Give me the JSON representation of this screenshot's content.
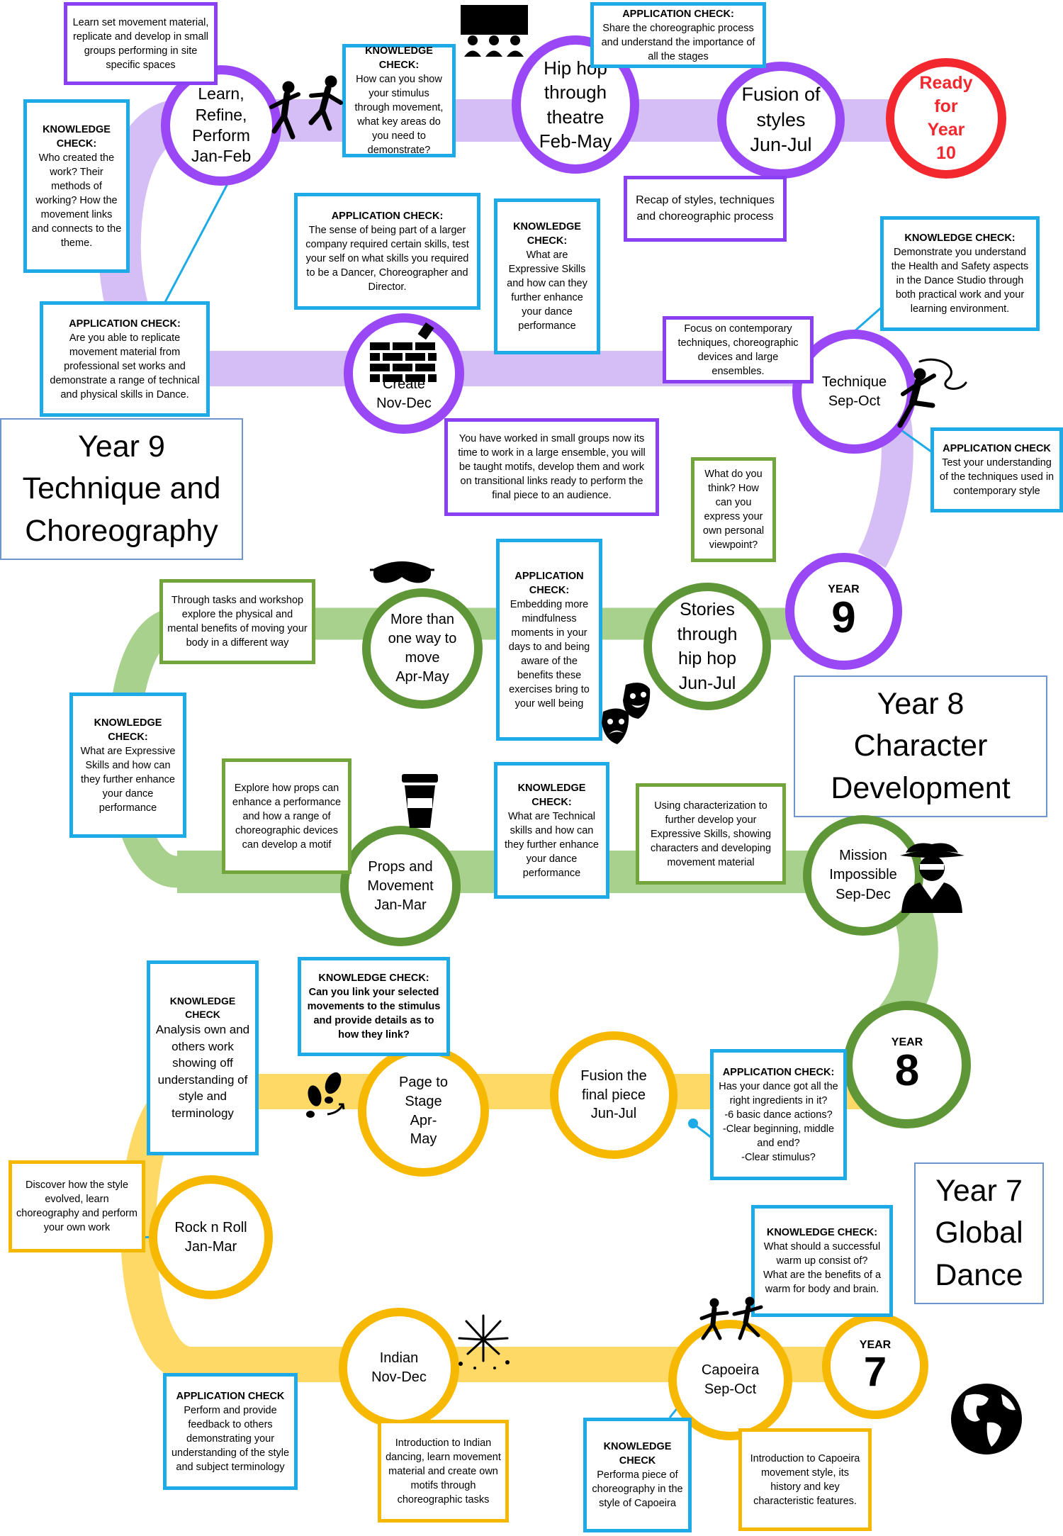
{
  "colors": {
    "year9": "#9a47f5",
    "year9_path": "#d5bdf5",
    "year8": "#5f9738",
    "year8_path": "#a9d18e",
    "year7": "#f6b800",
    "year7_path": "#ffd966",
    "knowledge_border": "#1eaae6",
    "ready": "#f2282e"
  },
  "titles": {
    "year9": "Year 9\nTechnique and\nChoreography",
    "year8": "Year 8\nCharacter\nDevelopment",
    "year7": "Year 7\nGlobal\nDance"
  },
  "badges": {
    "year9": {
      "label": "YEAR",
      "number": "9"
    },
    "year8": {
      "label": "YEAR",
      "number": "8"
    },
    "year7": {
      "label": "YEAR",
      "number": "7"
    }
  },
  "nodes": {
    "learn": "Learn,\nRefine,\nPerform\nJan-Feb",
    "hiphop_theatre": "Hip hop\nthrough\ntheatre\nFeb-May",
    "fusion_styles": "Fusion of\nstyles\nJun-Jul",
    "ready": "Ready\nfor\nYear\n10",
    "create": "Create\nNov-Dec",
    "technique": "Technique\nSep-Oct",
    "more_than": "More than\none way to\nmove\nApr-May",
    "stories": "Stories\nthrough\nhip hop\nJun-Jul",
    "props": "Props and\nMovement\nJan-Mar",
    "mission": "Mission\nImpossible\nSep-Dec",
    "page_stage": "Page to\nStage\nApr-\nMay",
    "fusion_final": "Fusion the\nfinal piece\nJun-Jul",
    "rock": "Rock n Roll\nJan-Mar",
    "indian": "Indian\nNov-Dec",
    "capoeira": "Capoeira\nSep-Oct"
  },
  "boxes": {
    "learn_set": "Learn set movement material, replicate and develop in small groups performing in site specific spaces",
    "kc_stimulus_title": "KNOWLEDGE CHECK:",
    "kc_stimulus": "How can you show your stimulus through movement, what key areas do you need to demonstrate?",
    "ac_share_title": "APPLICATION CHECK:",
    "ac_share": "Share the choreographic process and understand the importance of all the stages",
    "kc_who_title": "KNOWLEDGE CHECK:",
    "kc_who": "Who created the work? Their methods of working? How the movement links and connects to the theme.",
    "recap": "Recap of styles, techniques and choreographic process",
    "ac_company_title": "APPLICATION CHECK:",
    "ac_company": "The sense of being part of a larger company required certain skills, test your self on what skills you required to be a Dancer, Choreographer and Director.",
    "kc_expressive_title": "KNOWLEDGE CHECK:",
    "kc_expressive": "What are Expressive Skills and how can they further enhance your dance performance",
    "kc_health_title": "KNOWLEDGE CHECK:",
    "kc_health": "Demonstrate you understand the Health and Safety aspects in the Dance Studio through both practical work and your learning environment.",
    "ac_replicate_title": "APPLICATION CHECK:",
    "ac_replicate": "Are you able to replicate movement material from professional set works and demonstrate a range of technical and physical skills in Dance.",
    "focus_contemporary": "Focus on contemporary techniques, choreographic devices and large ensembles.",
    "small_groups": "You have worked in small groups now its time to work in a large ensemble, you will be taught motifs, develop them and work on transitional links ready to perform the final piece to an audience.",
    "ac_test_title": "APPLICATION CHECK",
    "ac_test": "Test your understanding of the techniques used in contemporary style",
    "what_think": "What do you think? How can you express your own personal viewpoint?",
    "through_tasks": "Through tasks and workshop explore the physical and mental benefits of moving your body in a different way",
    "ac_mindful_title": "APPLICATION CHECK:",
    "ac_mindful": "Embedding more mindfulness moments in your days to and being aware of the benefits these exercises bring to your well being",
    "kc_y8_expressive_title": "KNOWLEDGE CHECK:",
    "kc_y8_expressive": "What are Expressive Skills and how can they further enhance your dance performance",
    "explore_props": "Explore how props can enhance a performance and how a range of choreographic devices can develop a motif",
    "kc_technical_title": "KNOWLEDGE CHECK:",
    "kc_technical": "What are Technical skills and how can they further enhance your dance performance",
    "characterization": "Using characterization to further develop your Expressive Skills, showing characters and developing movement material",
    "kc_analysis_title": "KNOWLEDGE CHECK",
    "kc_analysis": "Analysis own and others work showing off understanding of style and terminology",
    "kc_link_title": "KNOWLEDGE CHECK:",
    "kc_link": "Can you link your selected movements to the stimulus and provide details as to how they link?",
    "ac_ingredients_title": "APPLICATION CHECK:",
    "ac_ingredients": "Has your dance got all the right ingredients in it?\n-6 basic dance actions?\n-Clear beginning, middle and end?\n-Clear stimulus?",
    "discover_style": "Discover how the style evolved, learn choreography and perform your own work",
    "kc_warmup_title": "KNOWLEDGE CHECK:",
    "kc_warmup": "What should a successful warm up consist of?\nWhat are the benefits of a warm for body and brain.",
    "ac_perform_title": "APPLICATION CHECK",
    "ac_perform": "Perform and provide feedback to others demonstrating your understanding of the style and subject terminology",
    "intro_indian": "Introduction to Indian dancing, learn movement material and create own motifs through choreographic tasks",
    "kc_capoeira_title": "KNOWLEDGE CHECK",
    "kc_capoeira": "Performa piece of choreography in the style of Capoeira",
    "intro_capoeira": "Introduction to Capoeira movement style, its history and key characteristic features."
  },
  "icons": [
    "dancers-icon",
    "audience-icon",
    "brick-wall-icon",
    "dancer-ribbon-icon",
    "sleep-mask-icon",
    "theatre-masks-icon",
    "coffee-cup-icon",
    "spy-icon",
    "footprints-icon",
    "fireworks-icon",
    "capoeira-dancers-icon",
    "globe-icon"
  ]
}
